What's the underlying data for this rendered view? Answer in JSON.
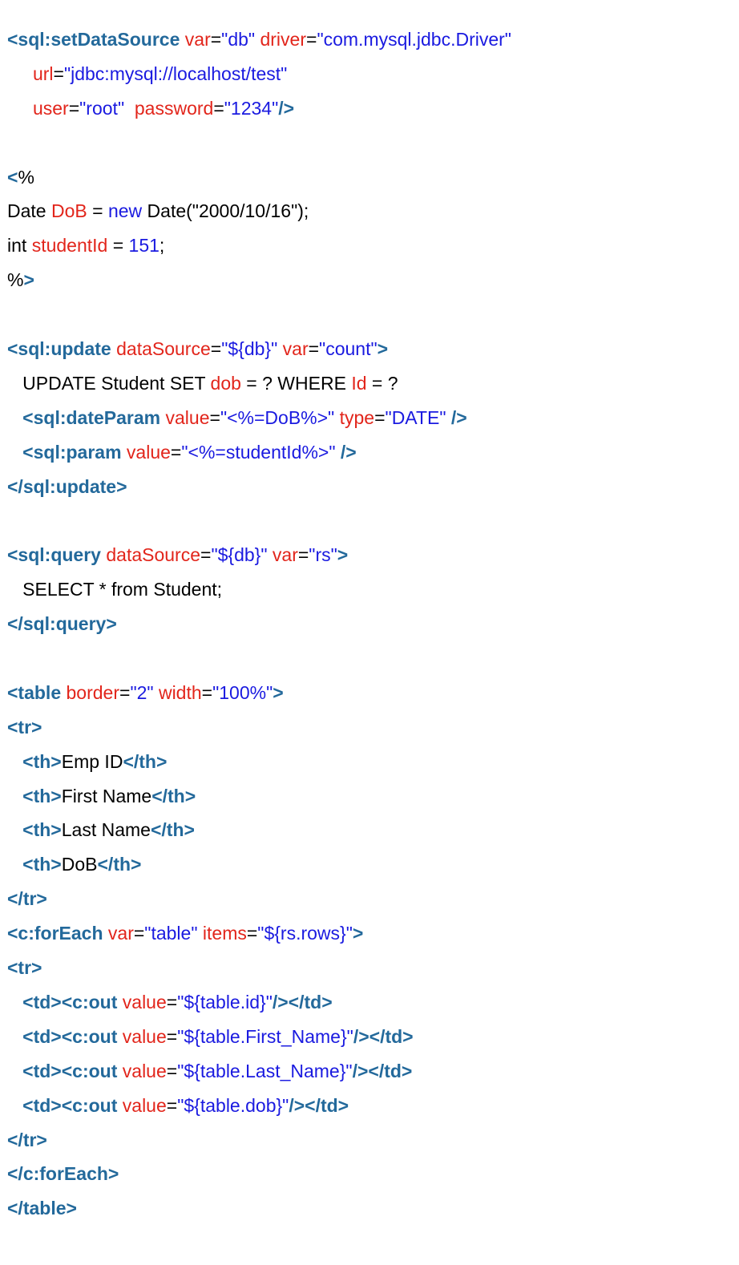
{
  "colors": {
    "tag": "#23699b",
    "attribute": "#e2251b",
    "string": "#1a1ae0",
    "text": "#000000",
    "background": "#ffffff"
  },
  "lines": [
    [
      {
        "t": "<sql:setDataSource",
        "c": "tag"
      },
      {
        "t": " ",
        "c": "txt"
      },
      {
        "t": "var",
        "c": "attr"
      },
      {
        "t": "=",
        "c": "txt"
      },
      {
        "t": "\"db\"",
        "c": "str"
      },
      {
        "t": " ",
        "c": "txt"
      },
      {
        "t": "driver",
        "c": "attr"
      },
      {
        "t": "=",
        "c": "txt"
      },
      {
        "t": "\"com.mysql.jdbc.Driver\"",
        "c": "str"
      }
    ],
    [
      {
        "t": "     ",
        "c": "txt"
      },
      {
        "t": "url",
        "c": "attr"
      },
      {
        "t": "=",
        "c": "txt"
      },
      {
        "t": "\"jdbc:mysql://localhost/test\"",
        "c": "str"
      }
    ],
    [
      {
        "t": "     ",
        "c": "txt"
      },
      {
        "t": "user",
        "c": "attr"
      },
      {
        "t": "=",
        "c": "txt"
      },
      {
        "t": "\"root\"",
        "c": "str"
      },
      {
        "t": "  ",
        "c": "txt"
      },
      {
        "t": "password",
        "c": "attr"
      },
      {
        "t": "=",
        "c": "txt"
      },
      {
        "t": "\"1234\"",
        "c": "str"
      },
      {
        "t": "/>",
        "c": "tag"
      }
    ],
    [],
    [
      {
        "t": "<",
        "c": "tag"
      },
      {
        "t": "%",
        "c": "txt"
      }
    ],
    [
      {
        "t": "Date ",
        "c": "txt"
      },
      {
        "t": "DoB",
        "c": "var"
      },
      {
        "t": " = ",
        "c": "txt"
      },
      {
        "t": "new",
        "c": "kw"
      },
      {
        "t": " Date(\"2000/10/16\");",
        "c": "txt"
      }
    ],
    [
      {
        "t": "int ",
        "c": "txt"
      },
      {
        "t": "studentId",
        "c": "var"
      },
      {
        "t": " = ",
        "c": "txt"
      },
      {
        "t": "151",
        "c": "num"
      },
      {
        "t": ";",
        "c": "txt"
      }
    ],
    [
      {
        "t": "%",
        "c": "txt"
      },
      {
        "t": ">",
        "c": "tag"
      }
    ],
    [],
    [
      {
        "t": "<sql:update",
        "c": "tag"
      },
      {
        "t": " ",
        "c": "txt"
      },
      {
        "t": "dataSource",
        "c": "attr"
      },
      {
        "t": "=",
        "c": "txt"
      },
      {
        "t": "\"${db}\"",
        "c": "str"
      },
      {
        "t": " ",
        "c": "txt"
      },
      {
        "t": "var",
        "c": "attr"
      },
      {
        "t": "=",
        "c": "txt"
      },
      {
        "t": "\"count\"",
        "c": "str"
      },
      {
        "t": ">",
        "c": "tag"
      }
    ],
    [
      {
        "t": "   UPDATE Student SET ",
        "c": "txt"
      },
      {
        "t": "dob",
        "c": "var"
      },
      {
        "t": " = ? WHERE ",
        "c": "txt"
      },
      {
        "t": "Id",
        "c": "var"
      },
      {
        "t": " = ?",
        "c": "txt"
      }
    ],
    [
      {
        "t": "   ",
        "c": "txt"
      },
      {
        "t": "<sql:dateParam",
        "c": "tag"
      },
      {
        "t": " ",
        "c": "txt"
      },
      {
        "t": "value",
        "c": "attr"
      },
      {
        "t": "=",
        "c": "txt"
      },
      {
        "t": "\"<%=DoB%>\"",
        "c": "str"
      },
      {
        "t": " ",
        "c": "txt"
      },
      {
        "t": "type",
        "c": "attr"
      },
      {
        "t": "=",
        "c": "txt"
      },
      {
        "t": "\"DATE\"",
        "c": "str"
      },
      {
        "t": " ",
        "c": "txt"
      },
      {
        "t": "/>",
        "c": "tag"
      }
    ],
    [
      {
        "t": "   ",
        "c": "txt"
      },
      {
        "t": "<sql:param",
        "c": "tag"
      },
      {
        "t": " ",
        "c": "txt"
      },
      {
        "t": "value",
        "c": "attr"
      },
      {
        "t": "=",
        "c": "txt"
      },
      {
        "t": "\"<%=studentId%>\"",
        "c": "str"
      },
      {
        "t": " ",
        "c": "txt"
      },
      {
        "t": "/>",
        "c": "tag"
      }
    ],
    [
      {
        "t": "</sql:update>",
        "c": "tag"
      }
    ],
    [],
    [
      {
        "t": "<sql:query",
        "c": "tag"
      },
      {
        "t": " ",
        "c": "txt"
      },
      {
        "t": "dataSource",
        "c": "attr"
      },
      {
        "t": "=",
        "c": "txt"
      },
      {
        "t": "\"${db}\"",
        "c": "str"
      },
      {
        "t": " ",
        "c": "txt"
      },
      {
        "t": "var",
        "c": "attr"
      },
      {
        "t": "=",
        "c": "txt"
      },
      {
        "t": "\"rs\"",
        "c": "str"
      },
      {
        "t": ">",
        "c": "tag"
      }
    ],
    [
      {
        "t": "   SELECT * from Student;",
        "c": "txt"
      }
    ],
    [
      {
        "t": "</sql:query>",
        "c": "tag"
      }
    ],
    [],
    [
      {
        "t": "<table",
        "c": "tag"
      },
      {
        "t": " ",
        "c": "txt"
      },
      {
        "t": "border",
        "c": "attr"
      },
      {
        "t": "=",
        "c": "txt"
      },
      {
        "t": "\"2\"",
        "c": "str"
      },
      {
        "t": " ",
        "c": "txt"
      },
      {
        "t": "width",
        "c": "attr"
      },
      {
        "t": "=",
        "c": "txt"
      },
      {
        "t": "\"100%\"",
        "c": "str"
      },
      {
        "t": ">",
        "c": "tag"
      }
    ],
    [
      {
        "t": "<tr>",
        "c": "tag"
      }
    ],
    [
      {
        "t": "   ",
        "c": "txt"
      },
      {
        "t": "<th>",
        "c": "tag"
      },
      {
        "t": "Emp ID",
        "c": "txt"
      },
      {
        "t": "</th>",
        "c": "tag"
      }
    ],
    [
      {
        "t": "   ",
        "c": "txt"
      },
      {
        "t": "<th>",
        "c": "tag"
      },
      {
        "t": "First Name",
        "c": "txt"
      },
      {
        "t": "</th>",
        "c": "tag"
      }
    ],
    [
      {
        "t": "   ",
        "c": "txt"
      },
      {
        "t": "<th>",
        "c": "tag"
      },
      {
        "t": "Last Name",
        "c": "txt"
      },
      {
        "t": "</th>",
        "c": "tag"
      }
    ],
    [
      {
        "t": "   ",
        "c": "txt"
      },
      {
        "t": "<th>",
        "c": "tag"
      },
      {
        "t": "DoB",
        "c": "txt"
      },
      {
        "t": "</th>",
        "c": "tag"
      }
    ],
    [
      {
        "t": "</tr>",
        "c": "tag"
      }
    ],
    [
      {
        "t": "<c:forEach",
        "c": "tag"
      },
      {
        "t": " ",
        "c": "txt"
      },
      {
        "t": "var",
        "c": "attr"
      },
      {
        "t": "=",
        "c": "txt"
      },
      {
        "t": "\"table\"",
        "c": "str"
      },
      {
        "t": " ",
        "c": "txt"
      },
      {
        "t": "items",
        "c": "attr"
      },
      {
        "t": "=",
        "c": "txt"
      },
      {
        "t": "\"${rs.rows}\"",
        "c": "str"
      },
      {
        "t": ">",
        "c": "tag"
      }
    ],
    [
      {
        "t": "<tr>",
        "c": "tag"
      }
    ],
    [
      {
        "t": "   ",
        "c": "txt"
      },
      {
        "t": "<td><c:out",
        "c": "tag"
      },
      {
        "t": " ",
        "c": "txt"
      },
      {
        "t": "value",
        "c": "attr"
      },
      {
        "t": "=",
        "c": "txt"
      },
      {
        "t": "\"${table.id}\"",
        "c": "str"
      },
      {
        "t": "/></td>",
        "c": "tag"
      }
    ],
    [
      {
        "t": "   ",
        "c": "txt"
      },
      {
        "t": "<td><c:out",
        "c": "tag"
      },
      {
        "t": " ",
        "c": "txt"
      },
      {
        "t": "value",
        "c": "attr"
      },
      {
        "t": "=",
        "c": "txt"
      },
      {
        "t": "\"${table.First_Name}\"",
        "c": "str"
      },
      {
        "t": "/></td>",
        "c": "tag"
      }
    ],
    [
      {
        "t": "   ",
        "c": "txt"
      },
      {
        "t": "<td><c:out",
        "c": "tag"
      },
      {
        "t": " ",
        "c": "txt"
      },
      {
        "t": "value",
        "c": "attr"
      },
      {
        "t": "=",
        "c": "txt"
      },
      {
        "t": "\"${table.Last_Name}\"",
        "c": "str"
      },
      {
        "t": "/></td>",
        "c": "tag"
      }
    ],
    [
      {
        "t": "   ",
        "c": "txt"
      },
      {
        "t": "<td><c:out",
        "c": "tag"
      },
      {
        "t": " ",
        "c": "txt"
      },
      {
        "t": "value",
        "c": "attr"
      },
      {
        "t": "=",
        "c": "txt"
      },
      {
        "t": "\"${table.dob}\"",
        "c": "str"
      },
      {
        "t": "/></td>",
        "c": "tag"
      }
    ],
    [
      {
        "t": "</tr>",
        "c": "tag"
      }
    ],
    [
      {
        "t": "</c:forEach>",
        "c": "tag"
      }
    ],
    [
      {
        "t": "</table>",
        "c": "tag"
      }
    ]
  ]
}
